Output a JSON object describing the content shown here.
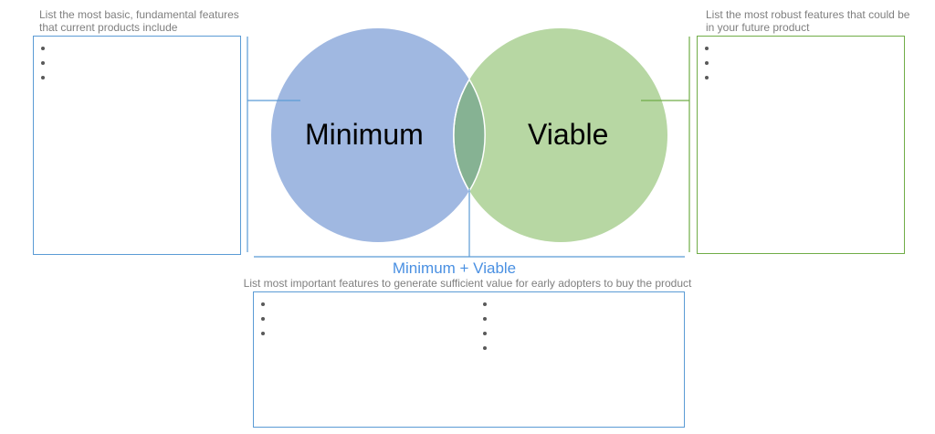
{
  "left_panel": {
    "caption": "List the most basic, fundamental features that current products include",
    "bullets": [
      "",
      "",
      ""
    ]
  },
  "right_panel": {
    "caption": "List the most robust features that could be in your future product",
    "bullets": [
      "",
      "",
      ""
    ]
  },
  "venn": {
    "left_label": "Minimum",
    "right_label": "Viable",
    "colors": {
      "left_circle": "#a0b8e1",
      "right_circle": "#b7d7a3",
      "overlap": "#86b293"
    }
  },
  "bottom_panel": {
    "title": "Minimum + Viable",
    "caption": "List most important features to generate sufficient value for early adopters to buy the product",
    "bullets_col1": [
      "",
      "",
      ""
    ],
    "bullets_col2": [
      "",
      "",
      "",
      ""
    ]
  },
  "colors": {
    "blue_border": "#5b9bd5",
    "green_border": "#70ad47",
    "title_blue": "#4a90e2",
    "caption_gray": "#7f7f7f"
  }
}
